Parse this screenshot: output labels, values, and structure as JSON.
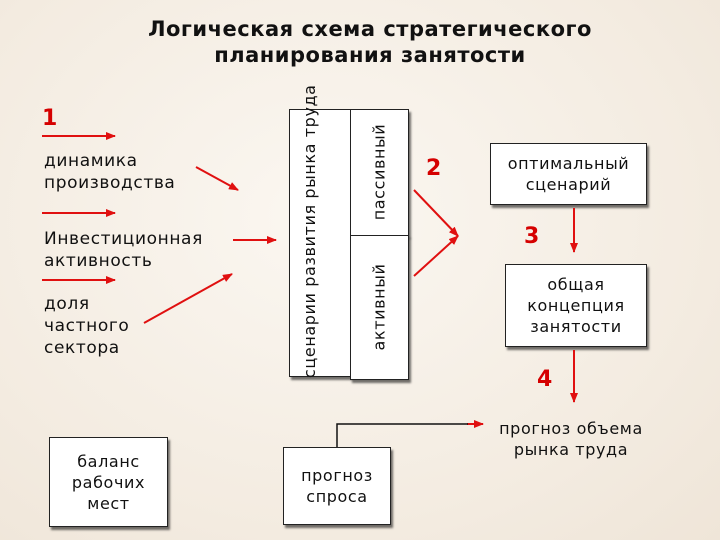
{
  "title": "Логическая схема стратегического планирования занятости",
  "numbers": {
    "n1": "1",
    "n2": "2",
    "n3": "3",
    "n4": "4"
  },
  "factors": {
    "production": "динамика производства",
    "investment": "Инвестиционная активность",
    "private": "доля частного сектора"
  },
  "scenarios_label": "сценарии развития рынка труда",
  "passive": "пассивный",
  "active": "активный",
  "optimal": "оптимальный сценарий",
  "concept": "общая концепция занятости",
  "balance": "баланс рабочих мест",
  "demand": "прогноз спроса",
  "market_forecast": "прогноз объема рынка труда",
  "colors": {
    "arrow": "#e01010",
    "line": "#111111"
  }
}
